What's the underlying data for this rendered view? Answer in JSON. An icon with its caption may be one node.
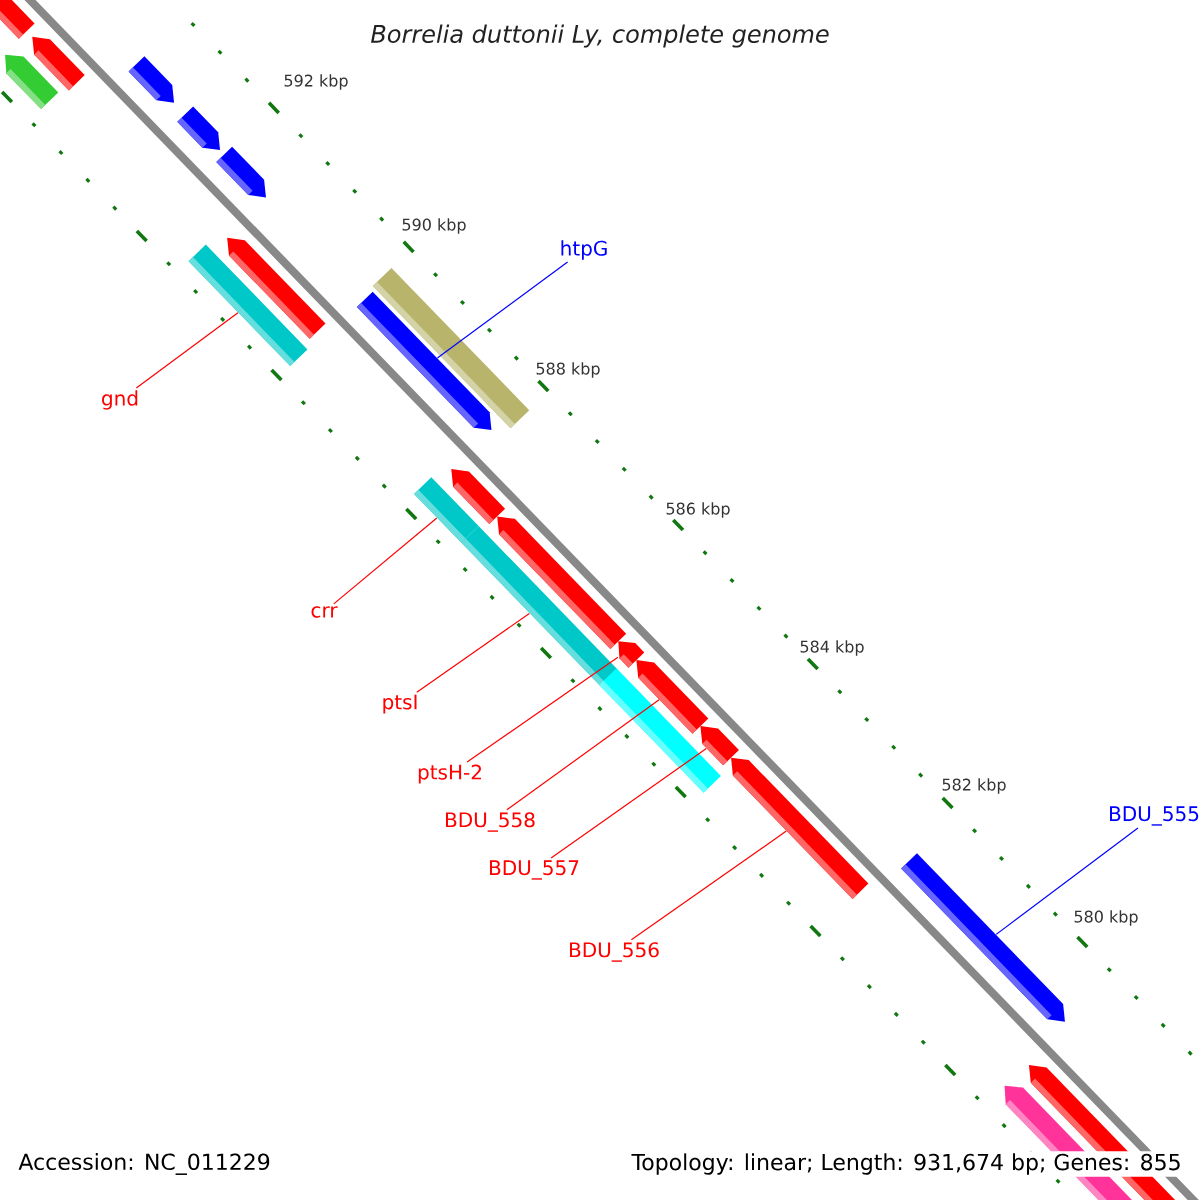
{
  "diagram": {
    "title": "Borrelia duttonii Ly, complete genome",
    "nodes": [
      {
        "text": [
          "htpG"
        ]
      },
      {
        "text": [
          "gnd"
        ]
      },
      {
        "text": [
          "crr"
        ]
      },
      {
        "text": [
          "ptsI"
        ]
      },
      {
        "text": [
          "ptsH-2"
        ]
      },
      {
        "text": [
          "BDU_558"
        ]
      },
      {
        "text": [
          "BDU_557"
        ]
      },
      {
        "text": [
          "BDU_556"
        ]
      },
      {
        "text": [
          "BDU_555"
        ]
      },
      {
        "text": [],
        "shape": "box"
      },
      {
        "text": [],
        "shape": "bar"
      },
      {
        "text": [],
        "shape": "box"
      },
      {
        "text": [],
        "shape": "box"
      },
      {
        "text": [],
        "shape": "bar"
      },
      {
        "text": [],
        "shape": "bar"
      },
      {
        "text": [],
        "shape": "bar"
      },
      {
        "text": [],
        "shape": "bar"
      },
      {
        "text": [],
        "shape": "bar"
      }
    ],
    "edges": [
      {
        "from": 0,
        "to": 10,
        "arrow": "none",
        "color": "#0000ff"
      },
      {
        "from": 1,
        "to": 9,
        "arrow": "none"
      },
      {
        "from": 2,
        "to": 11,
        "arrow": "none"
      },
      {
        "from": 3,
        "to": 12,
        "arrow": "none"
      },
      {
        "from": 4,
        "to": 13,
        "arrow": "none"
      },
      {
        "from": 5,
        "to": 14,
        "arrow": "none"
      },
      {
        "from": 6,
        "to": 15,
        "arrow": "none"
      },
      {
        "from": 7,
        "to": 16,
        "arrow": "none"
      },
      {
        "from": 8,
        "to": 17,
        "arrow": "none",
        "color": "#0000ff"
      }
    ],
    "labels": [
      "592 kbp",
      "590 kbp",
      "588 kbp",
      "586 kbp",
      "584 kbp",
      "582 kbp",
      "580 kbp",
      "Accession: NC_011229",
      "Topology: linear; Length: 931,674 bp; Genes: 855"
    ]
  }
}
